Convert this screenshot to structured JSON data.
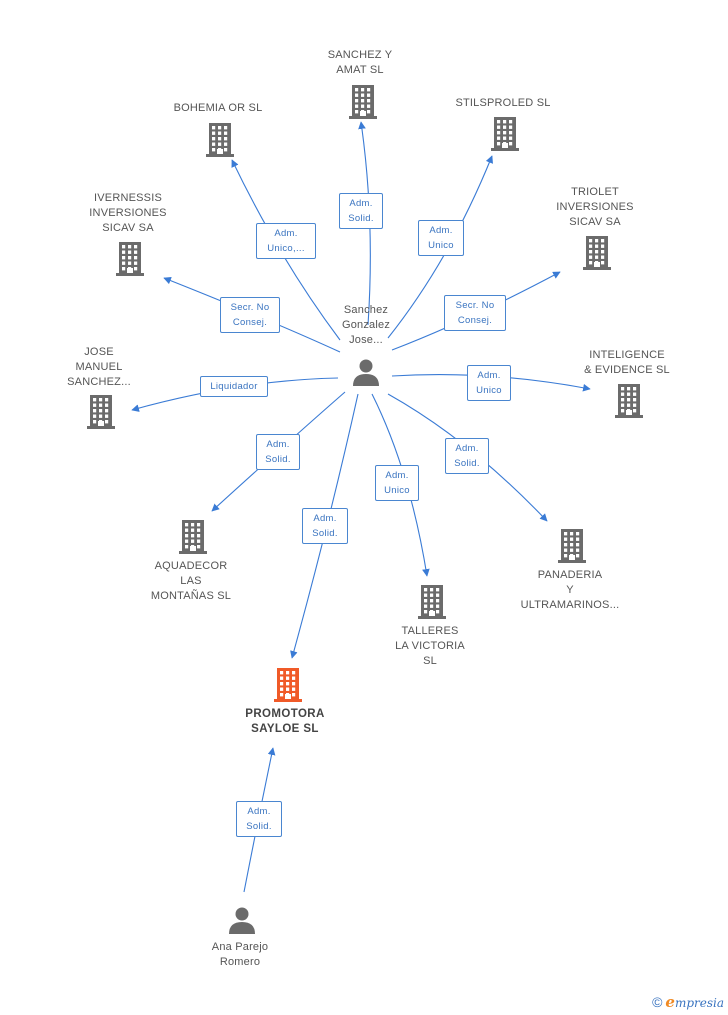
{
  "colors": {
    "edge": "#3a7bd5",
    "node": "#6b6b6b",
    "highlight": "#f05a28",
    "edge_label": "#3a74c0"
  },
  "nodes": [
    {
      "id": "center",
      "type": "person",
      "label": "Sanchez\nGonzalez\nJose..."
    },
    {
      "id": "sanchez_amat",
      "type": "company",
      "label": "SANCHEZ Y\nAMAT SL"
    },
    {
      "id": "bohemia",
      "type": "company",
      "label": "BOHEMIA OR SL"
    },
    {
      "id": "stilsproled",
      "type": "company",
      "label": "STILSPROLED SL"
    },
    {
      "id": "ivernessis",
      "type": "company",
      "label": "IVERNESSIS\nINVERSIONES\nSICAV SA"
    },
    {
      "id": "triolet",
      "type": "company",
      "label": "TRIOLET\nINVERSIONES\nSICAV SA"
    },
    {
      "id": "jose_manuel",
      "type": "company",
      "label": "JOSE\nMANUEL\nSANCHEZ..."
    },
    {
      "id": "inteligence",
      "type": "company",
      "label": "INTELIGENCE\n& EVIDENCE SL"
    },
    {
      "id": "aquadecor",
      "type": "company",
      "label": "AQUADECOR\nLAS\nMONTAÑAS SL"
    },
    {
      "id": "panaderia",
      "type": "company",
      "label": "PANADERIA\nY\nULTRAMARINOS..."
    },
    {
      "id": "talleres",
      "type": "company",
      "label": "TALLERES\nLA VICTORIA\nSL"
    },
    {
      "id": "promotora",
      "type": "company",
      "label": "PROMOTORA\nSAYLOE SL",
      "highlight": true
    },
    {
      "id": "ana",
      "type": "person",
      "label": "Ana Parejo\nRomero"
    }
  ],
  "edges": [
    {
      "from": "center",
      "to": "sanchez_amat",
      "label": "Adm.\nSolid."
    },
    {
      "from": "center",
      "to": "bohemia",
      "label": "Adm.\nUnico,..."
    },
    {
      "from": "center",
      "to": "stilsproled",
      "label": "Adm.\nUnico"
    },
    {
      "from": "center",
      "to": "ivernessis",
      "label": "Secr. No\nConsej."
    },
    {
      "from": "center",
      "to": "triolet",
      "label": "Secr. No\nConsej."
    },
    {
      "from": "center",
      "to": "jose_manuel",
      "label": "Liquidador"
    },
    {
      "from": "center",
      "to": "inteligence",
      "label": "Adm.\nUnico"
    },
    {
      "from": "center",
      "to": "aquadecor",
      "label": "Adm.\nSolid."
    },
    {
      "from": "center",
      "to": "panaderia",
      "label": "Adm.\nSolid."
    },
    {
      "from": "center",
      "to": "talleres",
      "label": "Adm.\nUnico"
    },
    {
      "from": "center",
      "to": "promotora",
      "label": "Adm.\nSolid."
    },
    {
      "from": "ana",
      "to": "promotora",
      "label": "Adm.\nSolid."
    }
  ],
  "footer": {
    "copyright": "©",
    "brand_initial": "e",
    "brand_rest": "mpresia"
  }
}
